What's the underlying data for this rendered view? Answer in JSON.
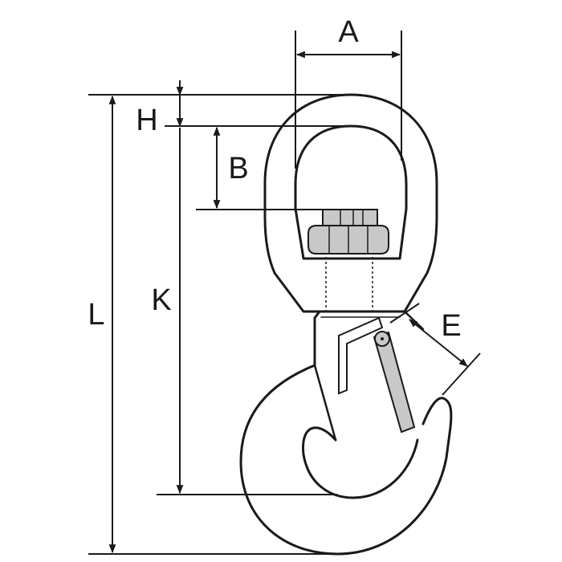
{
  "diagram": {
    "labels": {
      "A": "A",
      "H": "H",
      "B": "B",
      "K": "K",
      "L": "L",
      "E": "E"
    },
    "colors": {
      "ink": "#1a1a1a",
      "nut": "#c8c8c8",
      "latch": "#c8c8c8",
      "background": "#ffffff"
    }
  }
}
